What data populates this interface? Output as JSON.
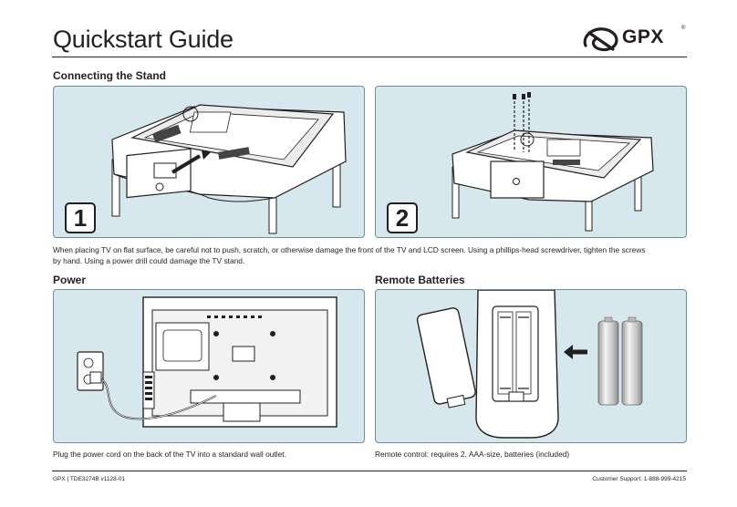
{
  "header": {
    "title": "Quickstart Guide",
    "logo_text": "GPX",
    "logo_reg": "®"
  },
  "stand": {
    "heading": "Connecting the Stand",
    "step1": "1",
    "step2": "2",
    "caption_line1": "When placing TV on flat surface, be careful not to push, scratch, or otherwise damage the front of the TV and LCD screen. Using a phillips-head screwdriver, tighten the screws",
    "caption_line2": "by hand. Using a power drill could damage the TV stand."
  },
  "power": {
    "heading": "Power",
    "caption": "Plug the power cord on the back of the TV into a standard wall outlet."
  },
  "batteries": {
    "heading": "Remote Batteries",
    "caption": "Remote control: requires 2, AAA-size, batteries (included)"
  },
  "footer": {
    "left": "GPX  |  TDE3274B v1128-01",
    "right": "Customer Support: 1-888-999-4215"
  },
  "colors": {
    "panel_bg": "#d6e7ee",
    "panel_border": "#6e8f9c",
    "ink": "#231f20"
  }
}
